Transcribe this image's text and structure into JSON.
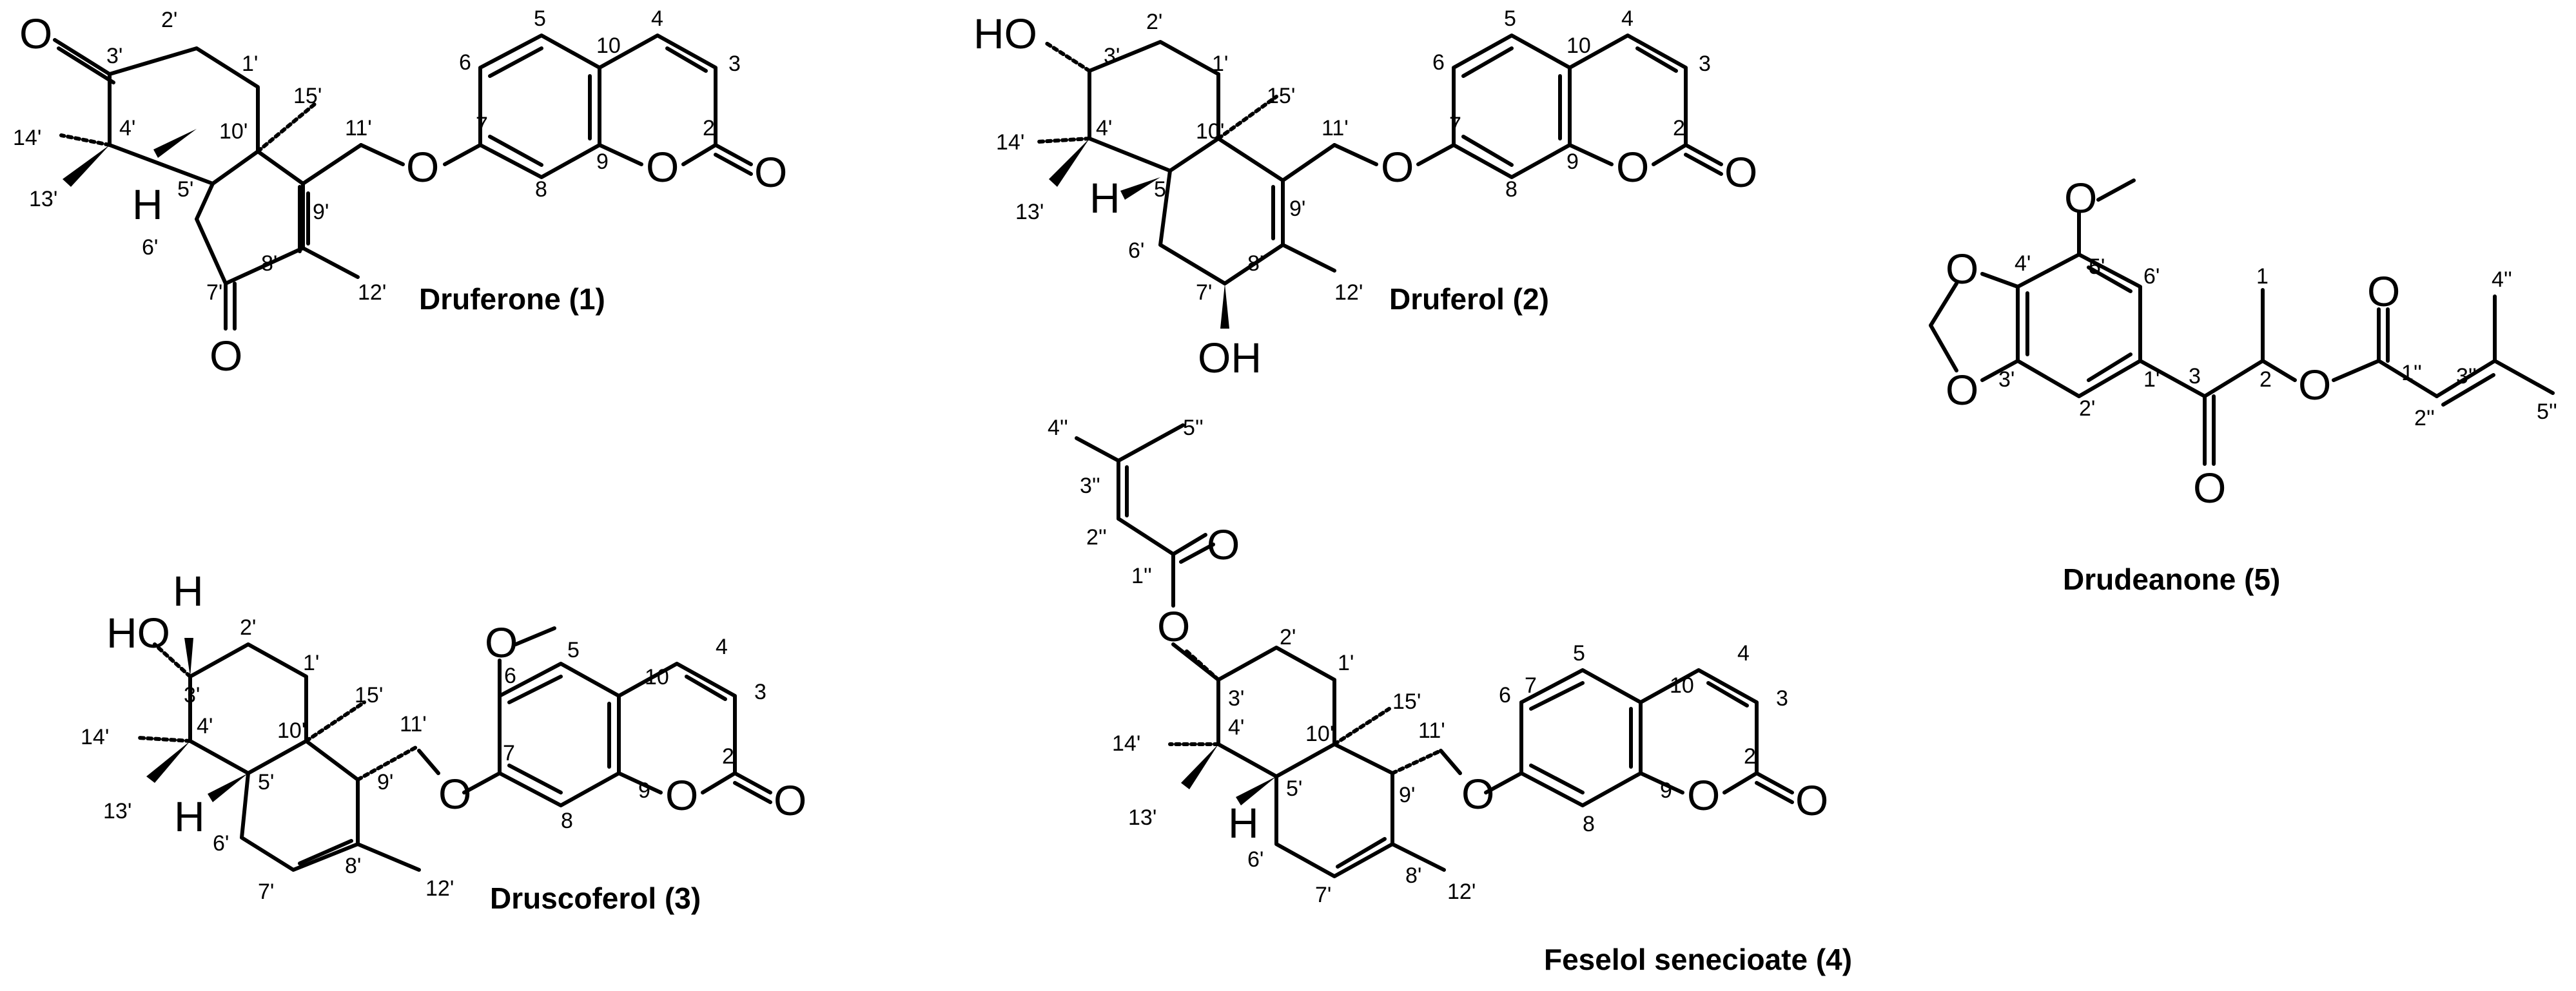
{
  "compounds": [
    {
      "name": "Druferone (1)"
    },
    {
      "name": "Druferol (2)"
    },
    {
      "name": "Druscoferol (3)"
    },
    {
      "name": "Feselol senecioate (4)"
    },
    {
      "name": "Drudeanone (5)"
    }
  ],
  "atoms": {
    "O": "O",
    "H": "H",
    "HO": "HO",
    "OH": "OH"
  },
  "locants": {
    "l1": "1",
    "l2": "2",
    "l3": "3",
    "l4": "4",
    "l5": "5",
    "l6": "6",
    "l7": "7",
    "l8": "8",
    "l9": "9",
    "l10": "10",
    "p1": "1'",
    "p2": "2'",
    "p3": "3'",
    "p4": "4'",
    "p5": "5'",
    "p6": "6'",
    "p7": "7'",
    "p8": "8'",
    "p9": "9'",
    "p10": "10'",
    "p11": "11'",
    "p12": "12'",
    "p13": "13'",
    "p14": "14'",
    "p15": "15'",
    "d1": "1''",
    "d2": "2''",
    "d3": "3''",
    "d4": "4''",
    "d5": "5''"
  }
}
